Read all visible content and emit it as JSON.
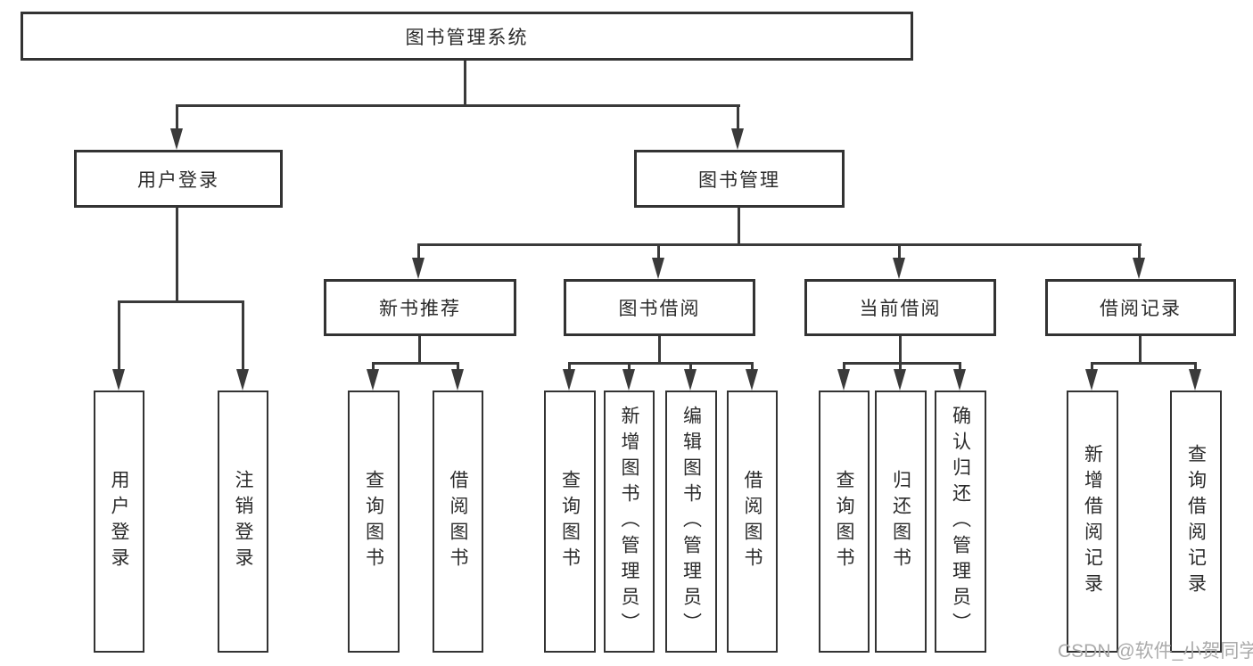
{
  "diagram": {
    "watermark": "CSDN @软件_小贺同学",
    "colors": {
      "line": "#3a3a3a",
      "box_border": "#333333",
      "text": "#2b2b2b",
      "watermark": "#ababab",
      "background": "#ffffff"
    },
    "root": {
      "label": "图书管理系统",
      "children": [
        {
          "label": "用户登录",
          "children": [
            {
              "label": "用户登录"
            },
            {
              "label": "注销登录"
            }
          ]
        },
        {
          "label": "图书管理",
          "children": [
            {
              "label": "新书推荐",
              "children": [
                {
                  "label": "查询图书"
                },
                {
                  "label": "借阅图书"
                }
              ]
            },
            {
              "label": "图书借阅",
              "children": [
                {
                  "label": "查询图书"
                },
                {
                  "label": "新增图书（管理员）"
                },
                {
                  "label": "编辑图书（管理员）"
                },
                {
                  "label": "借阅图书"
                }
              ]
            },
            {
              "label": "当前借阅",
              "children": [
                {
                  "label": "查询图书"
                },
                {
                  "label": "归还图书"
                },
                {
                  "label": "确认归还（管理员）"
                }
              ]
            },
            {
              "label": "借阅记录",
              "children": [
                {
                  "label": "新增借阅记录"
                },
                {
                  "label": "查询借阅记录"
                }
              ]
            }
          ]
        }
      ]
    }
  }
}
